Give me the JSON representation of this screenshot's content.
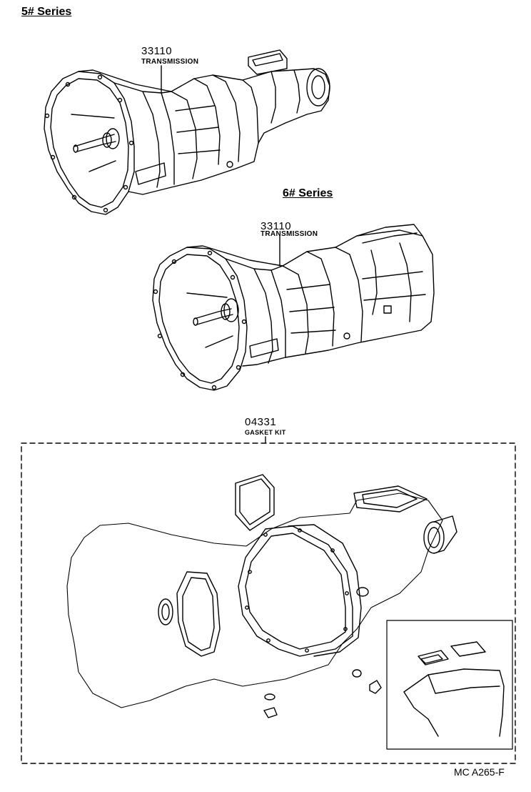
{
  "series_5": {
    "heading": "5# Series",
    "part_number": "33110",
    "part_name": "TRANSMISSION"
  },
  "series_6": {
    "heading": "6# Series",
    "part_number": "33110",
    "part_name": "TRANSMISSION"
  },
  "gasket_kit": {
    "part_number": "04331",
    "part_name": "GASKET KIT"
  },
  "figure_reference": "MC A265-F"
}
